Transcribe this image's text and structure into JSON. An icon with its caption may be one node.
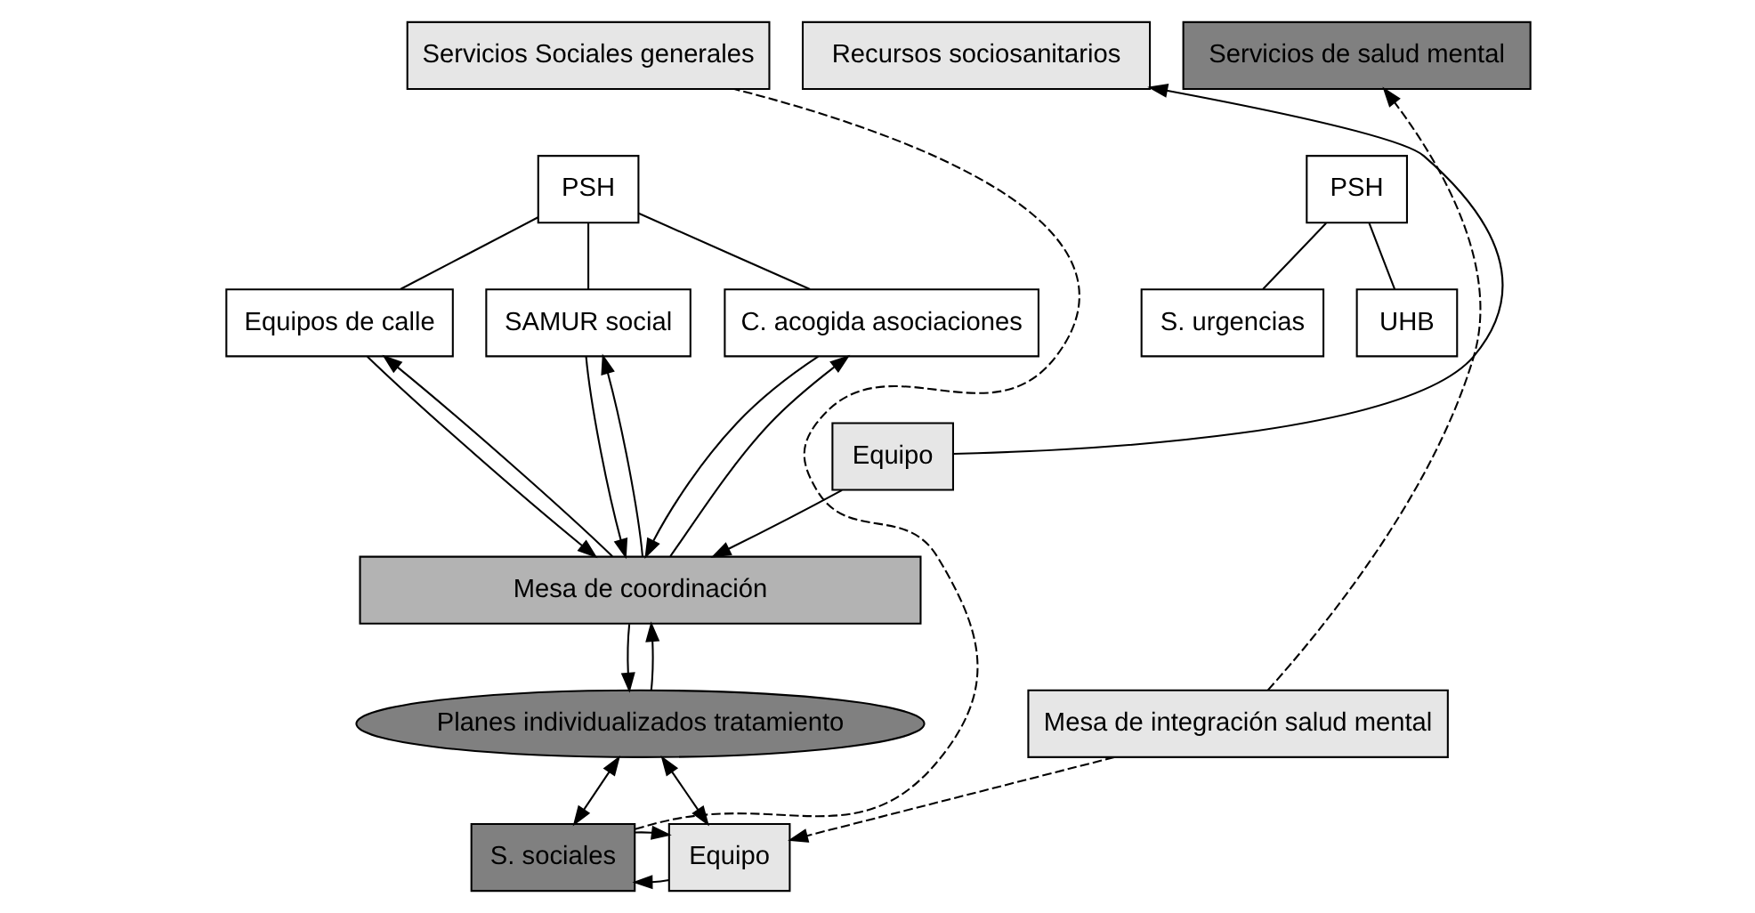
{
  "diagram": {
    "nodes": [
      {
        "text": [
          "Servicios Sociales generales"
        ]
      },
      {
        "text": [
          "Recursos sociosanitarios"
        ]
      },
      {
        "text": [
          "Servicios de salud mental"
        ]
      },
      {
        "text": [
          "PSH"
        ]
      },
      {
        "text": [
          "Equipos de calle"
        ]
      },
      {
        "text": [
          "SAMUR social"
        ]
      },
      {
        "text": [
          "C. acogida asociaciones"
        ]
      },
      {
        "text": [
          "PSH"
        ]
      },
      {
        "text": [
          "S. urgencias"
        ]
      },
      {
        "text": [
          "UHB"
        ]
      },
      {
        "text": [
          "Equipo"
        ]
      },
      {
        "text": [
          "Mesa de coordinación"
        ]
      },
      {
        "text": [
          "Planes individualizados tratamiento"
        ]
      },
      {
        "text": [
          "S. sociales"
        ]
      },
      {
        "text": [
          "Equipo"
        ]
      },
      {
        "text": [
          "Mesa de integración salud mental"
        ]
      }
    ],
    "edges": [
      {
        "from": 3,
        "to": 4,
        "arrow": "none"
      },
      {
        "from": 3,
        "to": 5,
        "arrow": "none"
      },
      {
        "from": 3,
        "to": 6,
        "arrow": "none"
      },
      {
        "from": 7,
        "to": 8,
        "arrow": "none"
      },
      {
        "from": 7,
        "to": 9,
        "arrow": "none"
      },
      {
        "from": 4,
        "to": 11,
        "arrow": "to"
      },
      {
        "from": 11,
        "to": 4,
        "arrow": "to"
      },
      {
        "from": 5,
        "to": 11,
        "arrow": "to"
      },
      {
        "from": 11,
        "to": 5,
        "arrow": "to"
      },
      {
        "from": 11,
        "to": 6,
        "arrow": "to"
      },
      {
        "from": 6,
        "to": 11,
        "arrow": "to"
      },
      {
        "from": 10,
        "to": 11,
        "arrow": "to"
      },
      {
        "from": 10,
        "to": 1,
        "arrow": "to"
      },
      {
        "from": 11,
        "to": 12,
        "arrow": "to"
      },
      {
        "from": 12,
        "to": 11,
        "arrow": "to"
      },
      {
        "from": 12,
        "to": 13,
        "arrow": "both"
      },
      {
        "from": 12,
        "to": 14,
        "arrow": "both"
      },
      {
        "from": 14,
        "to": 13,
        "arrow": "to"
      },
      {
        "from": 13,
        "to": 14,
        "arrow": "to"
      },
      {
        "from": 13,
        "to": 0,
        "arrow": "none",
        "style": "dashed"
      },
      {
        "from": 15,
        "to": 2,
        "arrow": "to",
        "style": "dashed"
      },
      {
        "from": 15,
        "to": 14,
        "arrow": "to",
        "style": "dashed"
      }
    ]
  }
}
